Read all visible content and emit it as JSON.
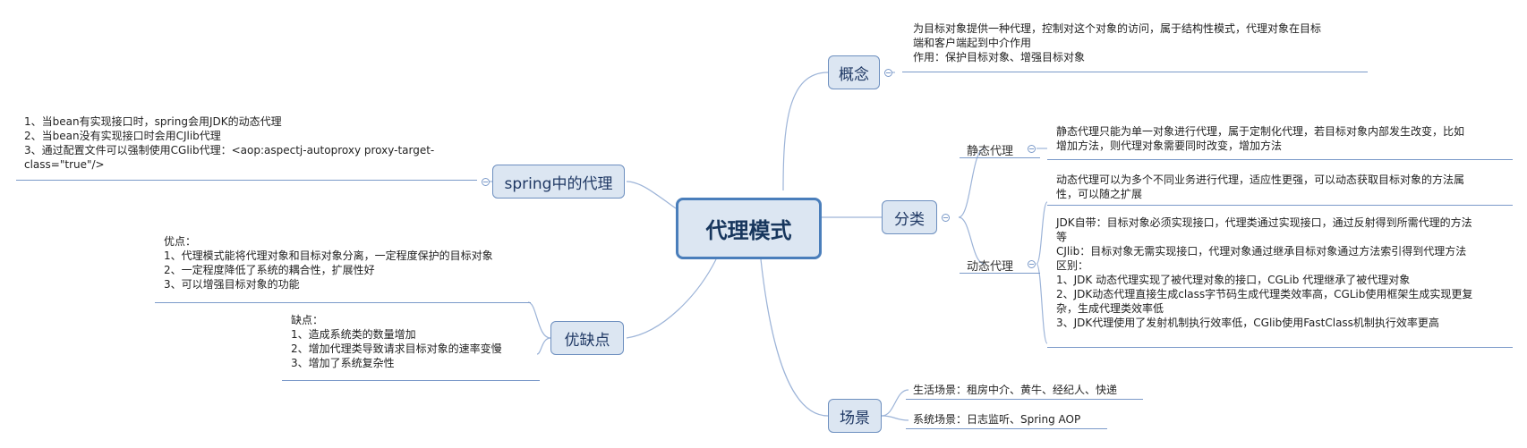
{
  "root": {
    "label": "代理模式"
  },
  "branches": {
    "concept": {
      "label": "概念",
      "notes": [
        "为目标对象提供一种代理，控制对这个对象的访问，属于结构性模式，代理对象在目标\n端和客户端起到中介作用\n作用：保护目标对象、增强目标对象"
      ]
    },
    "classification": {
      "label": "分类",
      "static": {
        "label": "静态代理",
        "note": "静态代理只能为单一对象进行代理，属于定制化代理，若目标对象内部发生改变，比如\n增加方法，则代理对象需要同时改变，增加方法"
      },
      "dynamic": {
        "label": "动态代理",
        "note1": "动态代理可以为多个不同业务进行代理，适应性更强，可以动态获取目标对象的方法属\n性，可以随之扩展",
        "note2": "JDK自带：目标对象必须实现接口，代理类通过实现接口，通过反射得到所需代理的方法\n等\nCJlib：目标对象无需实现接口，代理对象通过继承目标对象通过方法索引得到代理方法\n区别：\n1、JDK 动态代理实现了被代理对象的接口，CGLib 代理继承了被代理对象\n2、JDK动态代理直接生成class字节码生成代理类效率高，CGLib使用框架生成实现更复\n杂，生成代理类效率低\n3、JDK代理使用了发射机制执行效率低，CGlib使用FastClass机制执行效率更高"
      }
    },
    "scenario": {
      "label": "场景",
      "notes": [
        "生活场景：租房中介、黄牛、经纪人、快递",
        "系统场景：日志监听、Spring AOP"
      ]
    },
    "spring": {
      "label": "spring中的代理",
      "notes": [
        "1、当bean有实现接口时，spring会用JDK的动态代理\n2、当bean没有实现接口时会用CJlib代理\n3、通过配置文件可以强制使用CGlib代理：<aop:aspectj-autoproxy proxy-target-\nclass=\"true\"/>"
      ]
    },
    "pros_cons": {
      "label": "优缺点",
      "notes": [
        "优点：\n1、代理模式能将代理对象和目标对象分离，一定程度保护的目标对象\n2、一定程度降低了系统的耦合性，扩展性好\n3、可以增强目标对象的功能",
        "缺点：\n1、造成系统类的数量增加\n2、增加代理类导致请求目标对象的速率变慢\n3、增加了系统复杂性"
      ]
    }
  },
  "colors": {
    "line": "#7b9ac9",
    "node_fill": "#dce6f2",
    "root_border": "#4a7ebb"
  }
}
